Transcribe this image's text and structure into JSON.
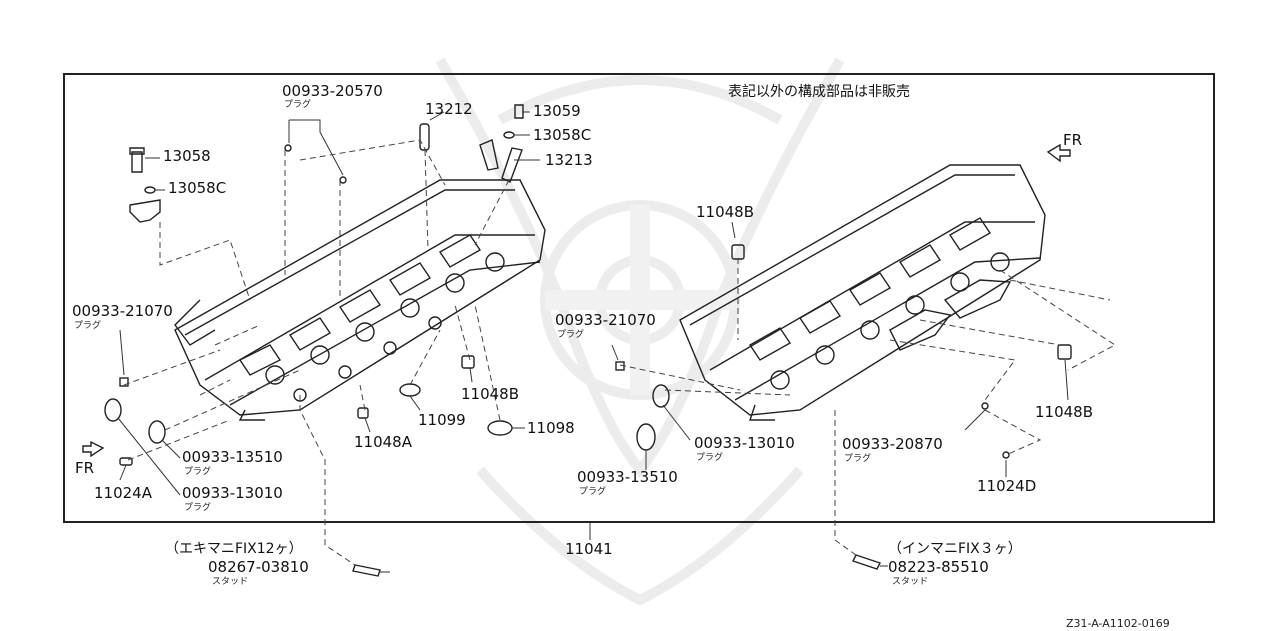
{
  "note": "表記以外の構成部品は非販売",
  "labels": {
    "p00933_20570": "00933-20570",
    "p13212": "13212",
    "p13059": "13059",
    "p13058c_top": "13058C",
    "p13213": "13213",
    "p13058": "13058",
    "p13058c_left": "13058C",
    "p11048b_top": "11048B",
    "p00933_21070_left": "00933-21070",
    "p00933_21070_mid": "00933-21070",
    "p11048b_mid": "11048B",
    "p11099": "11099",
    "p11098": "11098",
    "p11048a": "11048A",
    "p00933_13510_left": "00933-13510",
    "p00933_13010_left": "00933-13010",
    "p11024a": "11024A",
    "p00933_13010_mid": "00933-13010",
    "p00933_13510_mid": "00933-13510",
    "p00933_20870": "00933-20870",
    "p11048b_right": "11048B",
    "p11024d": "11024D",
    "p11041": "11041",
    "p08267_03810": "08267-03810",
    "p08223_85510": "08223-85510"
  },
  "subs": {
    "plug": "プラグ",
    "stud": "スタッド"
  },
  "notes": {
    "exhaust": "（エキマニFIX12ヶ）",
    "intake": "（インマニFIX３ヶ）"
  },
  "fr_left": "FR",
  "fr_right": "FR",
  "drawing_code": "Z31-A-A1102-0169"
}
